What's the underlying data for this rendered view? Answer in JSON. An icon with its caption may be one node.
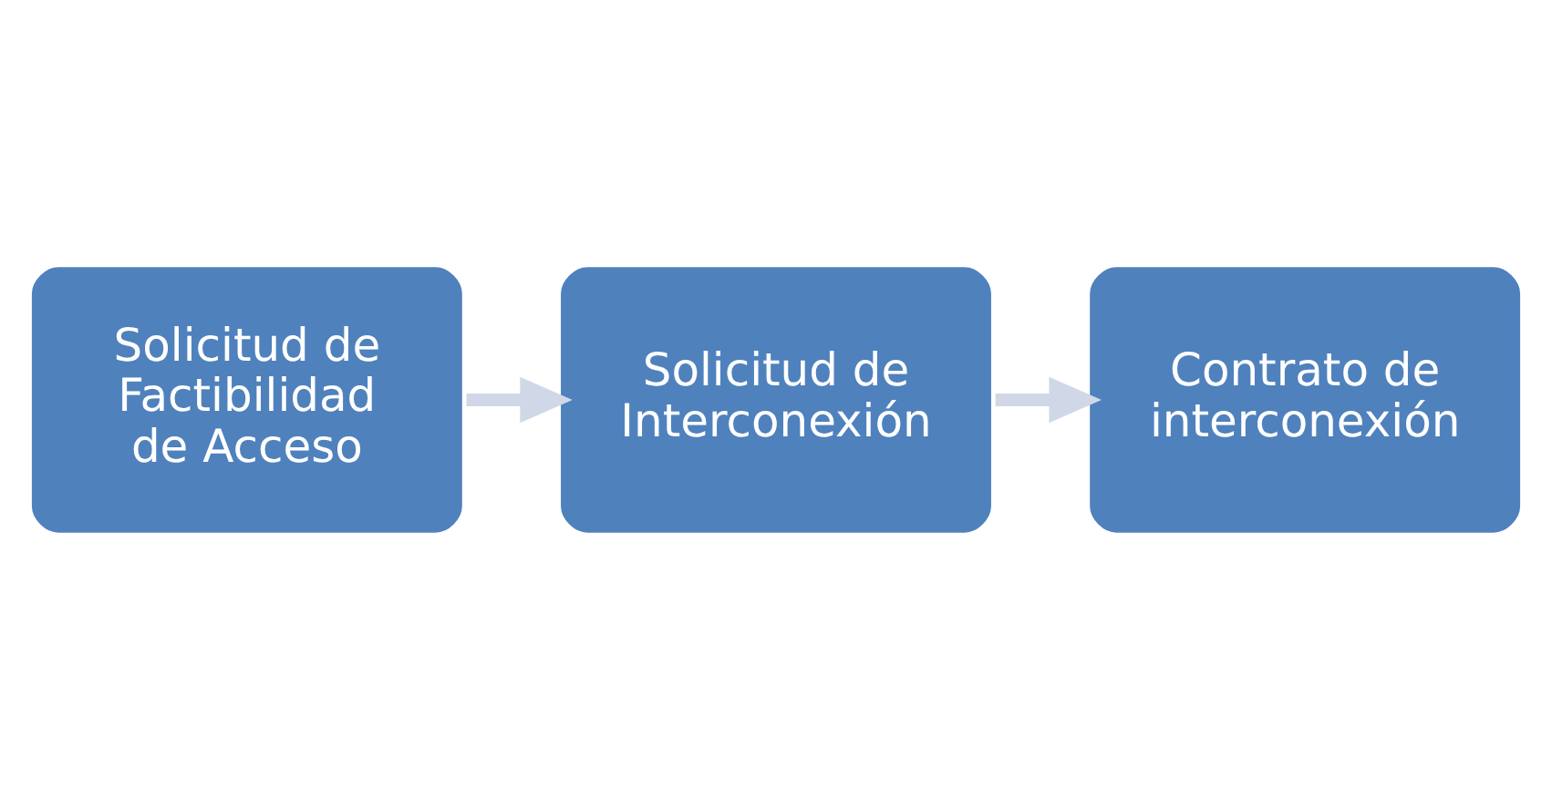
{
  "diagram": {
    "nodes": [
      {
        "text": [
          "Solicitud de Factibilidad de Acceso"
        ]
      },
      {
        "text": [
          "Solicitud de Interconexión"
        ]
      },
      {
        "text": [
          "Contrato de interconexión"
        ]
      }
    ],
    "edges": [
      {
        "from": 0,
        "to": 1,
        "arrow": "to"
      },
      {
        "from": 1,
        "to": 2,
        "arrow": "to"
      }
    ]
  }
}
